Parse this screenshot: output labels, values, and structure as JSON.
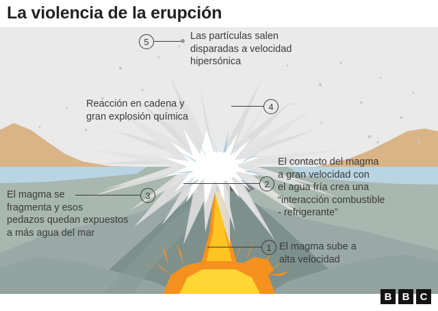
{
  "title": "La violencia de la erupción",
  "background": {
    "sky_color": "#eaeaea",
    "land_color": "#d9b487",
    "sea_color": "#a8b7b0",
    "shallow_water_color": "#b9d4e3",
    "mountain_color": "#8b9a96",
    "mountain_dark_color": "#7b8c89",
    "lava_orange": "#f5911e",
    "lava_yellow": "#ffd633",
    "explosion_color": "#dcdcdc",
    "text_color": "#3a3a3a"
  },
  "callouts": [
    {
      "number": "1",
      "text": "El magma sube a\nalta velocidad"
    },
    {
      "number": "2",
      "text": "El contacto del magma\na gran velocidad con\nel agua fría crea una\n“interacción combustible\n- refrigerante”"
    },
    {
      "number": "3",
      "text": "El magma se\nfragmenta y esos\npedazos quedan expuestos\na más agua del mar"
    },
    {
      "number": "4",
      "text": "Reacción en cadena y\ngran explosión química"
    },
    {
      "number": "5",
      "text": "Las partículas salen\ndisparadas a velocidad\nhipersónica"
    }
  ],
  "logo": {
    "letters": [
      "B",
      "B",
      "C"
    ]
  }
}
